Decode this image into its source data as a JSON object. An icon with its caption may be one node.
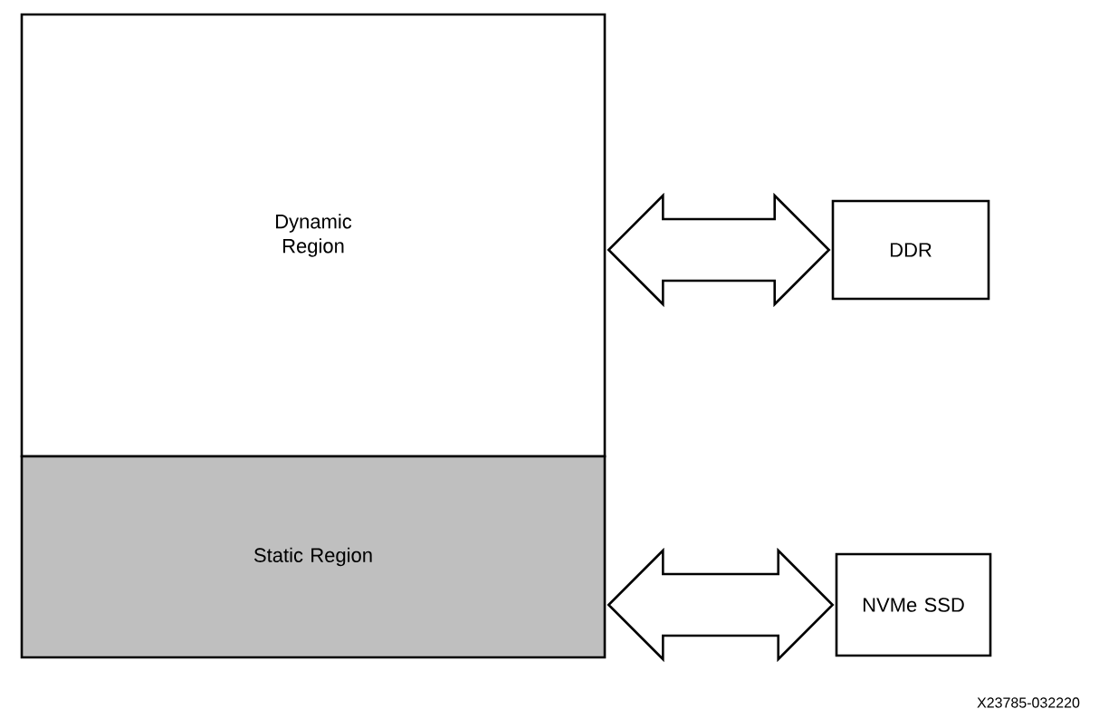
{
  "diagram": {
    "nodes": [
      {
        "text": [
          "Dynamic Region"
        ]
      },
      {
        "text": [
          "Static Region"
        ]
      },
      {
        "text": [
          "DDR"
        ]
      },
      {
        "text": [
          "NVMe SSD"
        ]
      }
    ],
    "edges": [
      {
        "from": 0,
        "to": 2,
        "arrow": "both"
      },
      {
        "from": 1,
        "to": 3,
        "arrow": "both"
      }
    ],
    "labels": [
      "X23785-032220"
    ]
  }
}
